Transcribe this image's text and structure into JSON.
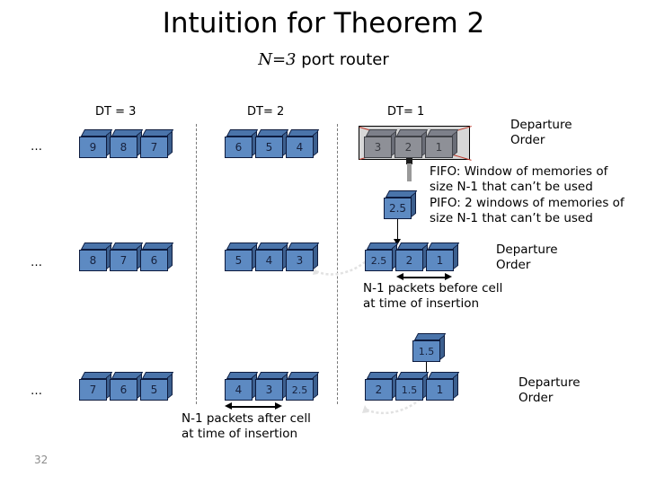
{
  "slide": {
    "title": "Intuition for Theorem 2",
    "subtitle_italic": "N=3",
    "subtitle_rest": " port router",
    "page_number": "32"
  },
  "columns": [
    {
      "id": "dt3",
      "header": "DT = 3"
    },
    {
      "id": "dt2",
      "header": "DT= 2"
    },
    {
      "id": "dt1",
      "header": "DT= 1"
    }
  ],
  "ellipsis": "…",
  "rows": [
    {
      "id": "row-1",
      "leader": "…",
      "groups": [
        {
          "col": "dt3",
          "cells": [
            "9",
            "8",
            "7"
          ],
          "disabled": false
        },
        {
          "col": "dt2",
          "cells": [
            "6",
            "5",
            "4"
          ],
          "disabled": false
        },
        {
          "col": "dt1",
          "cells": [
            "3",
            "2",
            "1"
          ],
          "disabled": true
        }
      ]
    },
    {
      "id": "row-2",
      "leader": "…",
      "groups": [
        {
          "col": "dt3",
          "cells": [
            "8",
            "7",
            "6"
          ],
          "disabled": false
        },
        {
          "col": "dt2",
          "cells": [
            "5",
            "4",
            "3"
          ],
          "disabled": false
        },
        {
          "col": "dt1",
          "cells": [
            "2.5",
            "2",
            "1"
          ],
          "disabled": false
        }
      ]
    },
    {
      "id": "row-3",
      "leader": "…",
      "groups": [
        {
          "col": "dt3",
          "cells": [
            "7",
            "6",
            "5"
          ],
          "disabled": false
        },
        {
          "col": "dt2",
          "cells": [
            "4",
            "3",
            "2.5"
          ],
          "disabled": false
        },
        {
          "col": "dt1",
          "cells": [
            "2",
            "1.5",
            "1"
          ],
          "disabled": false
        }
      ]
    }
  ],
  "inserted_cells": [
    {
      "id": "insert-2-5",
      "label": "2.5"
    },
    {
      "id": "insert-1-5",
      "label": "1.5"
    }
  ],
  "annotations": {
    "departure_order_top": "Departure\nOrder",
    "fifo_note": "FIFO: Window of memories of\nsize N-1 that can’t be used",
    "pifo_note": "PIFO: 2 windows of memories of\nsize N-1 that can’t be used",
    "departure_order_mid": "Departure\nOrder",
    "n1_before": "N-1 packets before cell\nat time of insertion",
    "n1_after": "N-1 packets after cell\nat time of insertion",
    "departure_order_bottom": "Departure\nOrder"
  },
  "colors": {
    "cube_front": "#5d8ac2",
    "cube_top": "#4a74aa",
    "cube_side": "#3c5f8e",
    "cube_outline": "#0d1b3e",
    "disabled_window_fill": "#d7d7d7",
    "cross_out": "#c0392b",
    "page_number": "#8d8d8d",
    "divider": "#7a7a7a"
  }
}
